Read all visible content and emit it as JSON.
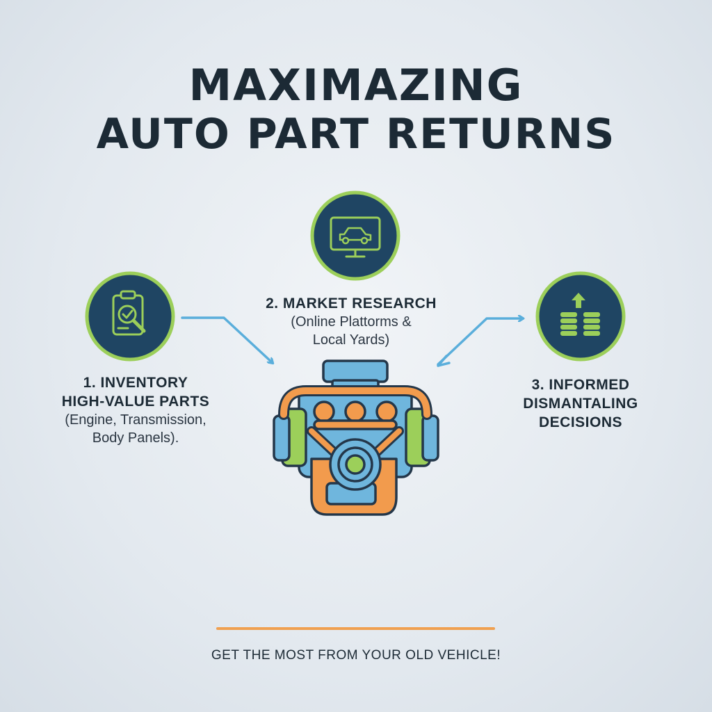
{
  "title": {
    "line1": "MAXIMAZING",
    "line2": "AUTO PART RETURNS"
  },
  "steps": [
    {
      "title_lines": [
        "1. INVENTORY",
        "HIGH-VALUE PARTS"
      ],
      "desc_lines": [
        "(Engine, Transmission,",
        "Body Panels)."
      ],
      "icon": "clipboard-magnifier-icon"
    },
    {
      "title_lines": [
        "2. MARKET RESEARCH"
      ],
      "desc_lines": [
        "(Online Plattorms &",
        "Local Yards)"
      ],
      "icon": "monitor-car-icon"
    },
    {
      "title_lines": [
        "3. INFORMED",
        "DISMANTALING",
        "DECISIONS"
      ],
      "desc_lines": [],
      "icon": "coin-stacks-up-arrow-icon"
    }
  ],
  "center_icon": "engine-icon",
  "footer": "GET THE MOST FROM YOUR OLD VEHICLE!",
  "colors": {
    "circle_fill": "#1f4563",
    "circle_ring": "#9ccf5a",
    "arrow": "#5aaedb",
    "engine_blue": "#6fb6dd",
    "engine_orange": "#f29b4d",
    "engine_green": "#9ccf5a",
    "accent_line": "#f0a050",
    "text_dark": "#1c2a35"
  }
}
